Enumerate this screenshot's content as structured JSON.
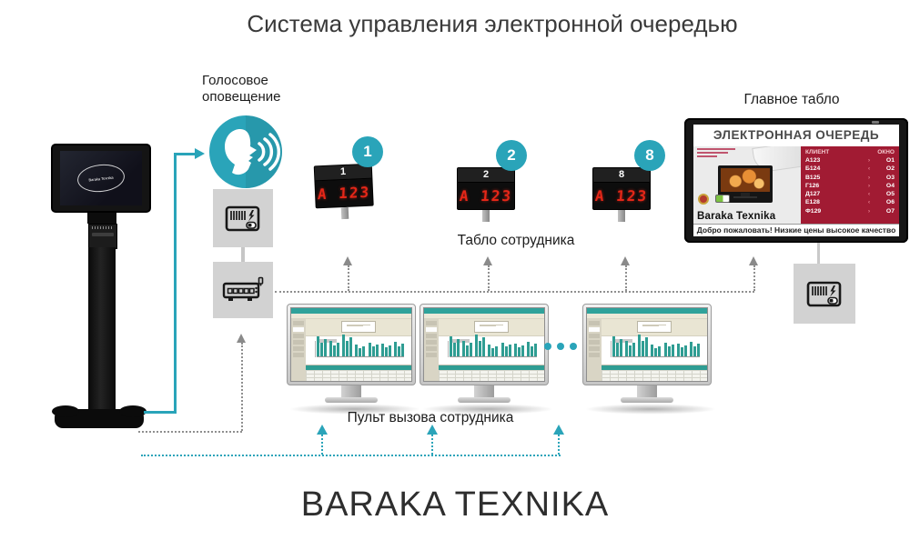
{
  "title": "Система управления электронной очередью",
  "brand": "BARAKA TEXNIKA",
  "labels": {
    "voice_notification": "Голосовое оповещение",
    "employee_board": "Табло сотрудника",
    "call_panel": "Пульт вызова сотрудника",
    "main_board": "Главное табло"
  },
  "kiosk": {
    "logo_text": "Baraka Texnika"
  },
  "led_displays": [
    {
      "badge": "1",
      "number": "1",
      "value": "A 123"
    },
    {
      "badge": "2",
      "number": "2",
      "value": "A 123"
    },
    {
      "badge": "8",
      "number": "8",
      "value": "A 123"
    }
  ],
  "monitors": {
    "count": 3,
    "bar_heights": [
      22,
      17,
      24,
      13,
      15,
      14,
      16
    ]
  },
  "main_board": {
    "header": "ЭЛЕКТРОННАЯ ОЧЕРЕДЬ",
    "ad_brand": "Baraka Texnika",
    "ticker": "Добро пожаловать! Низкие цены высокое качество",
    "queue_table": {
      "col_client": "КЛИЕНТ",
      "col_window": "ОКНО",
      "rows": [
        {
          "client": "А123",
          "dir": "›",
          "window": "О1"
        },
        {
          "client": "Б124",
          "dir": "‹",
          "window": "О2"
        },
        {
          "client": "В125",
          "dir": "›",
          "window": "О3"
        },
        {
          "client": "Г126",
          "dir": "›",
          "window": "О4"
        },
        {
          "client": "Д127",
          "dir": "‹",
          "window": "О5"
        },
        {
          "client": "Е128",
          "dir": "‹",
          "window": "О6"
        },
        {
          "client": "Ф129",
          "dir": "›",
          "window": "О7"
        }
      ]
    }
  },
  "colors": {
    "teal": "#2aa4b9",
    "app_teal": "#2f9d93",
    "table_red": "#a11b33",
    "led_red": "#e52718"
  }
}
